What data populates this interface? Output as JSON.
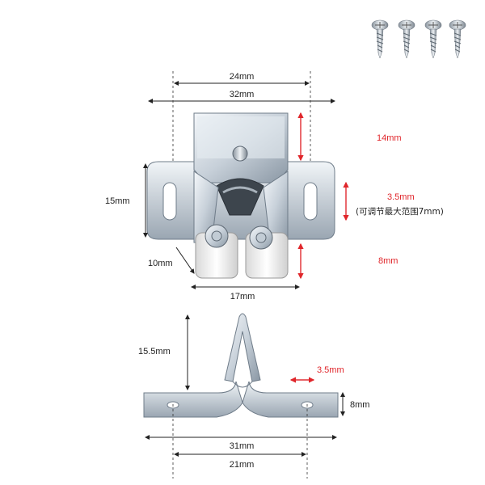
{
  "colors": {
    "dimension_line": "#222222",
    "accent_red": "#e0262b",
    "metal_light": "#e8edf2",
    "metal_mid": "#b9c4cf",
    "metal_dark": "#6f7c89",
    "roller_white": "#f2f2f2"
  },
  "icons": [
    "screw-icon",
    "screw-icon",
    "screw-icon",
    "screw-icon"
  ],
  "dimensions": {
    "catch_top_width_inner": "24mm",
    "catch_top_width_outer": "32mm",
    "catch_height": "15mm",
    "catch_roller_depth": "10mm",
    "catch_roller_span": "17mm",
    "catch_housing_height": "14mm",
    "catch_adjust": "3.5mm",
    "catch_adjust_note": "(可调节最大范围7mm)",
    "catch_roller_height": "8mm",
    "strike_height": "15.5mm",
    "strike_tab_adjust": "3.5mm",
    "strike_tab_height": "8mm",
    "strike_outer_width": "31mm",
    "strike_hole_spacing": "21mm"
  }
}
